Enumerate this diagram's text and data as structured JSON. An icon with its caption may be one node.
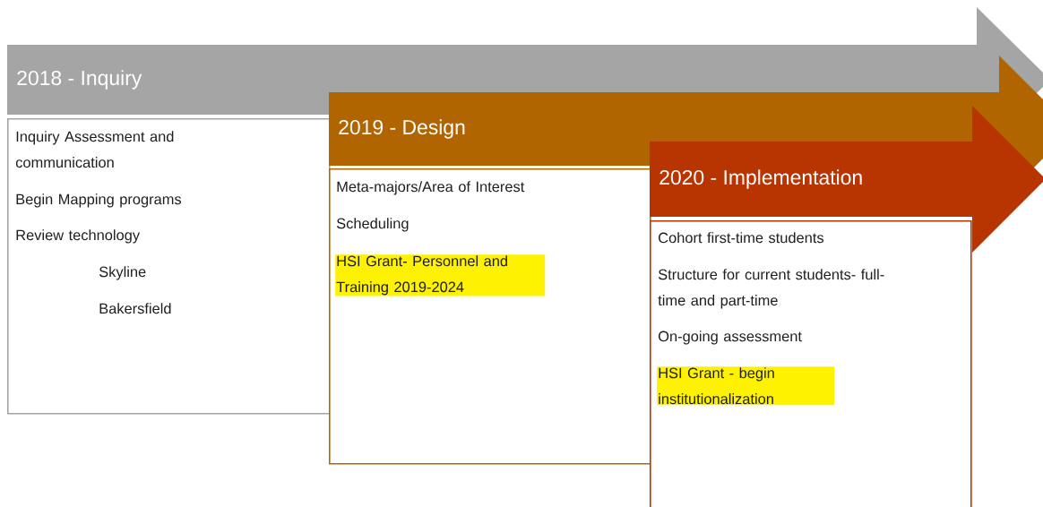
{
  "diagram": {
    "nodes": [
      {
        "text": [
          "2018 - Inquiry"
        ]
      },
      {
        "text": [
          "Inquiry Assessment and communication",
          "Begin Mapping programs",
          "Review technology",
          "Skyline",
          "Bakersfield"
        ]
      },
      {
        "text": [
          "2019 - Design"
        ]
      },
      {
        "text": [
          "Meta-majors/Area of Interest",
          "Scheduling",
          "HSI Grant- Personnel and Training 2019-2024"
        ]
      },
      {
        "text": [
          "2020 - Implementation"
        ]
      },
      {
        "text": [
          "Cohort first-time students",
          "Structure for current students- full-time and part-time",
          "On-going assessment",
          "HSI Grant - begin institutionalization"
        ]
      }
    ]
  }
}
